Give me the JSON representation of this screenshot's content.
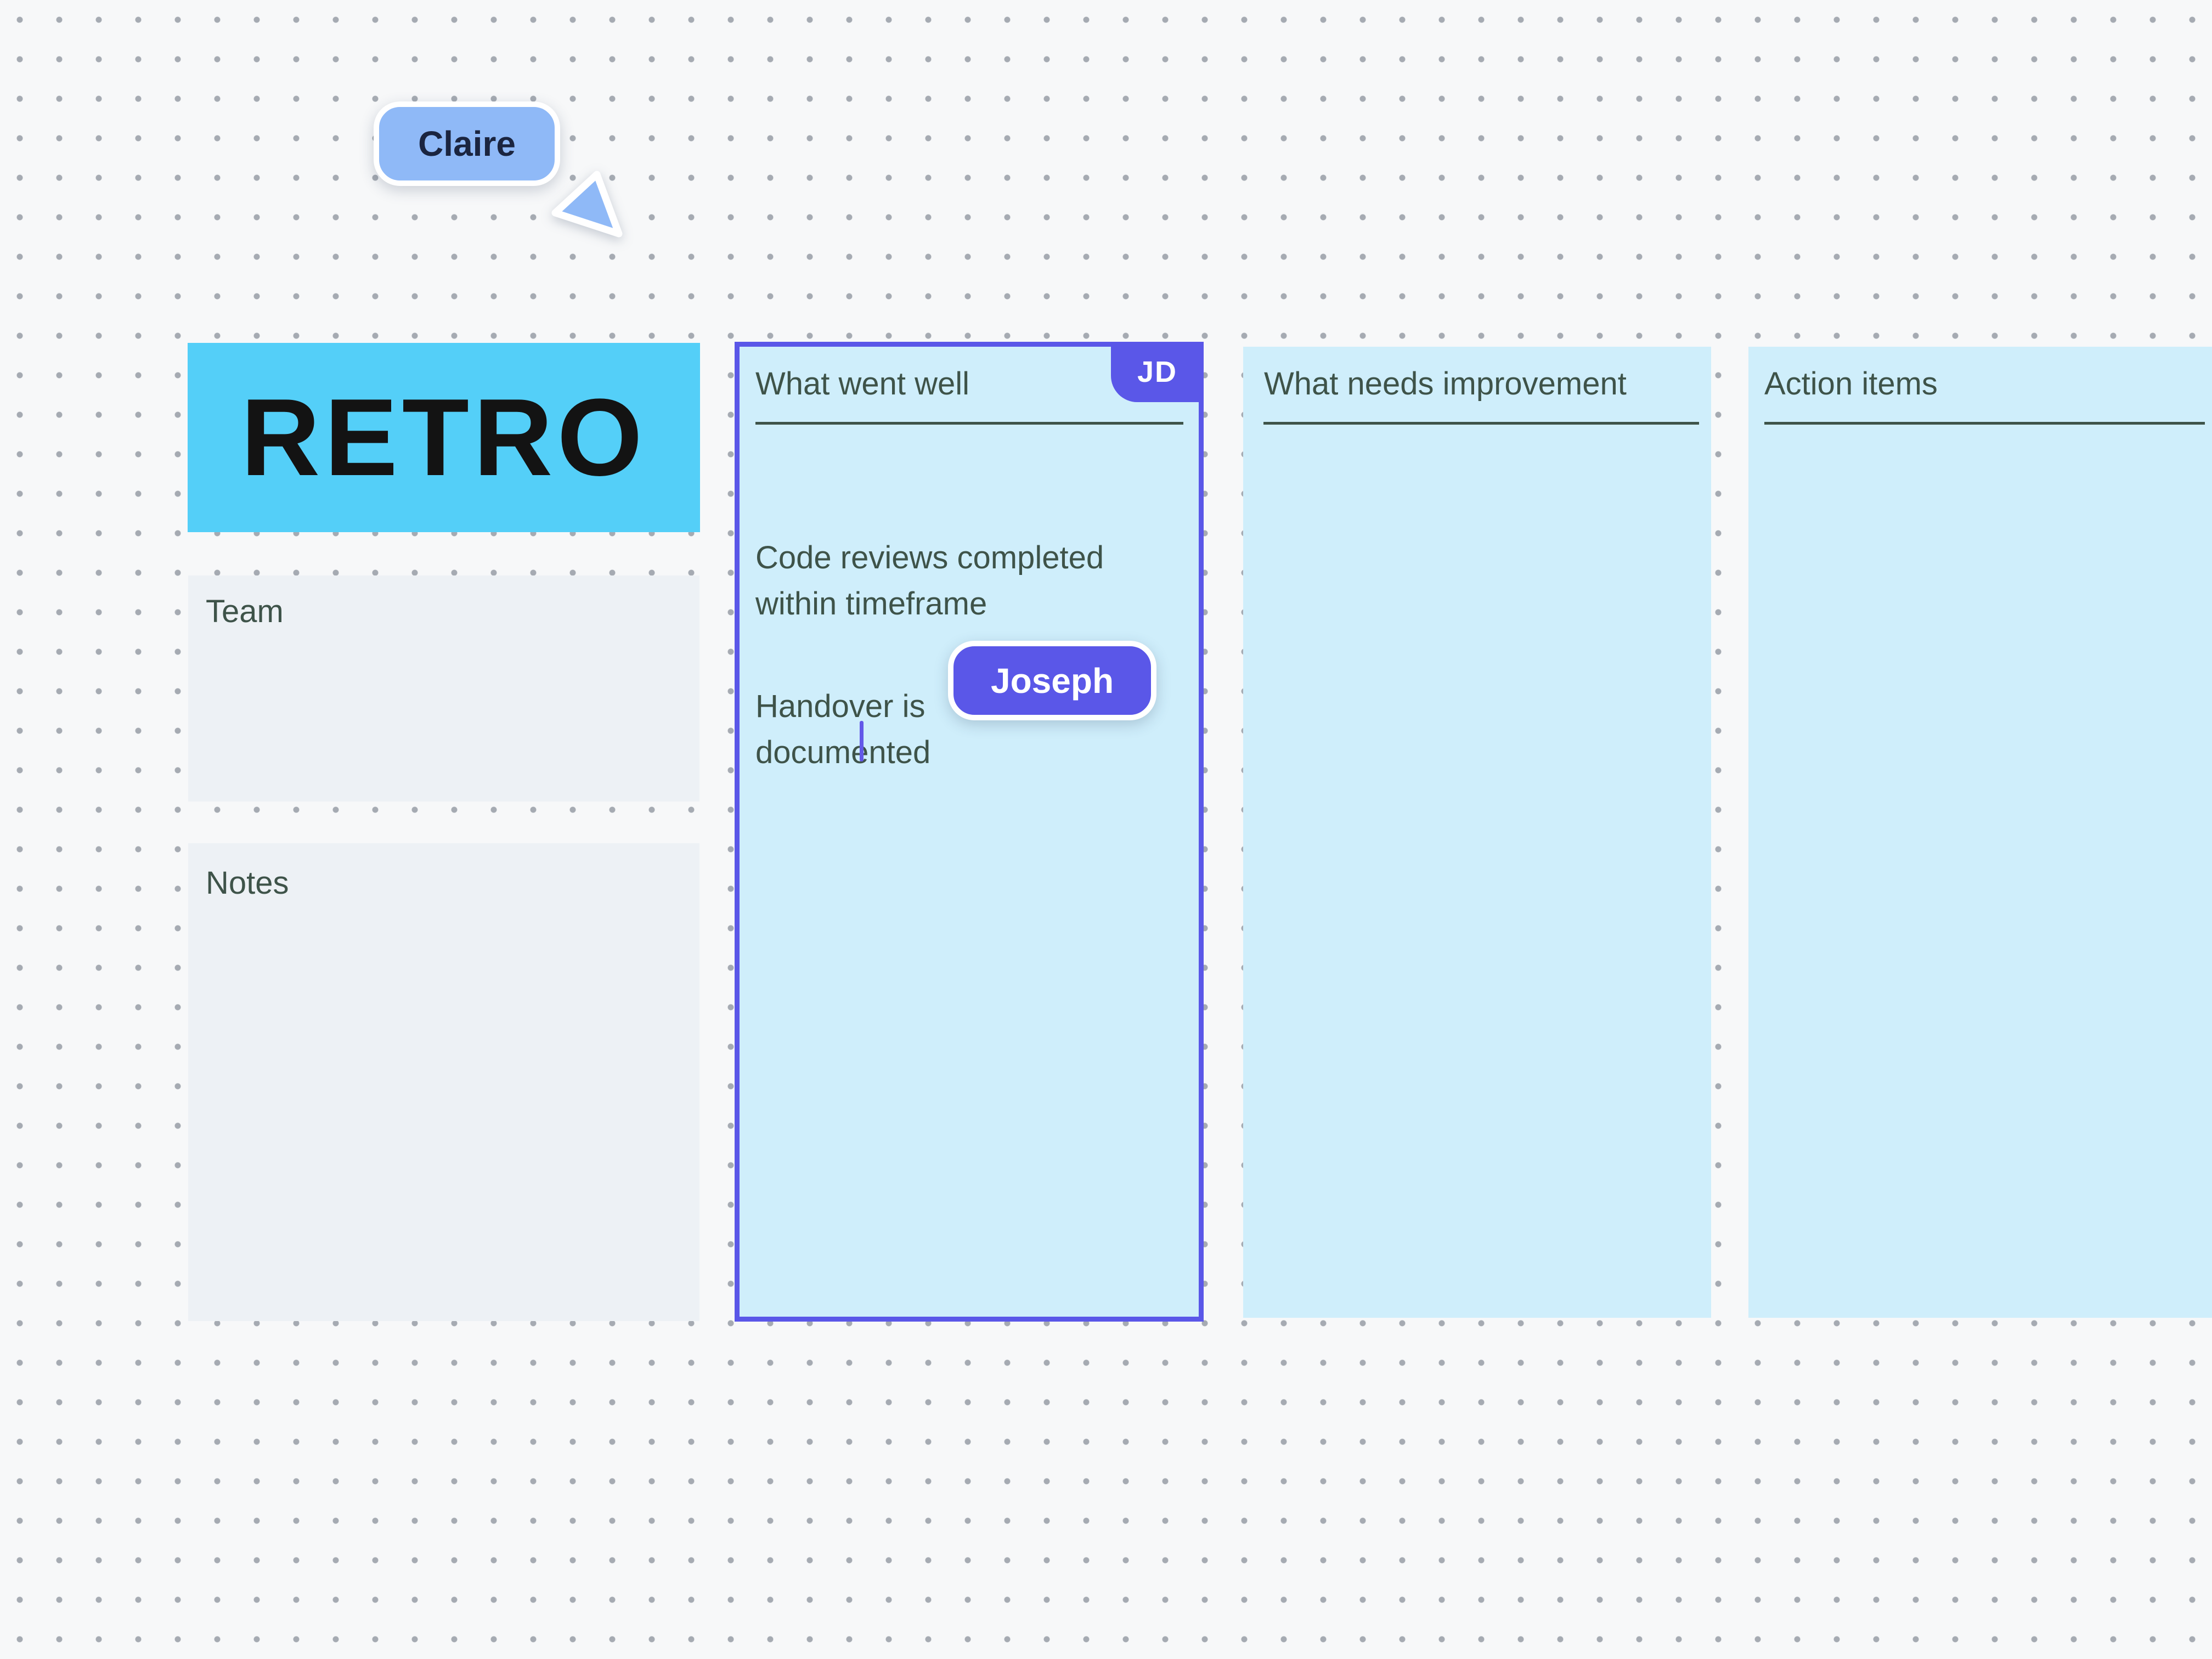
{
  "canvas": {
    "app": "collaborative whiteboard retro board"
  },
  "title_card": {
    "text": "RETRO"
  },
  "side_sections": [
    {
      "label": "Team"
    },
    {
      "label": "Notes"
    }
  ],
  "columns": [
    {
      "title": "What went well",
      "selected": true,
      "selection_badge": "JD",
      "notes": [
        "Code reviews completed\nwithin timeframe",
        "Handover is\ndocumented"
      ]
    },
    {
      "title": "What needs improvement",
      "selected": false,
      "notes": []
    },
    {
      "title": "Action items",
      "selected": false,
      "notes": []
    }
  ],
  "cursors": [
    {
      "name": "Claire"
    },
    {
      "name": "Joseph"
    }
  ],
  "colors": {
    "bg": "#F7F8F9",
    "cyan": "#54CFF8",
    "panel": "#EDF1F5",
    "column": "#CFEEFB",
    "purple": "#5A57E8",
    "ink": "#3E5349",
    "cursor-blue": "#8FB9F7",
    "caret": "#6358E8"
  }
}
